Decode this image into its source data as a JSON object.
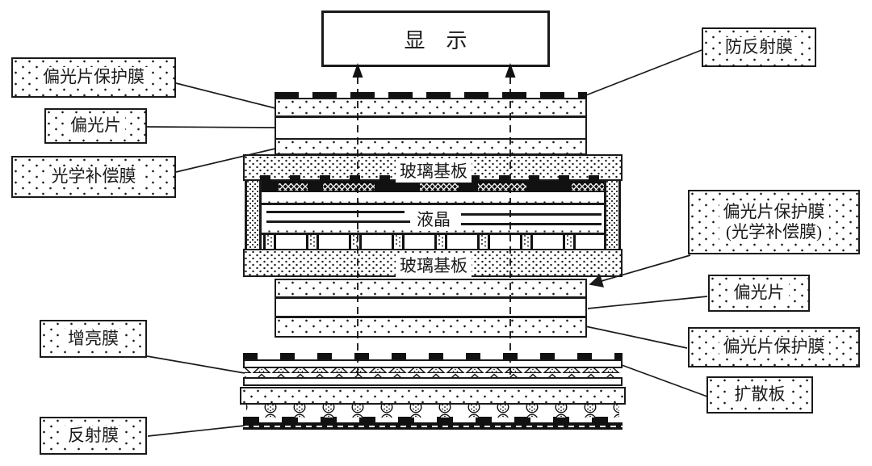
{
  "display": {
    "label": "显　示"
  },
  "labels": {
    "left": [
      {
        "id": "polarizer-protective-film-top",
        "text": "偏光片保护膜"
      },
      {
        "id": "polarizer-top",
        "text": "偏光片"
      },
      {
        "id": "optical-compensation-film",
        "text": "光学补偿膜"
      },
      {
        "id": "brightness-enhancement-film",
        "text": "增亮膜"
      },
      {
        "id": "reflective-film",
        "text": "反射膜"
      }
    ],
    "right": [
      {
        "id": "anti-reflection-film",
        "text": "防反射膜"
      },
      {
        "id": "polarizer-protective-film-compensation",
        "text": "偏光片保护膜",
        "text2": "(光学补偿膜)"
      },
      {
        "id": "polarizer-bottom",
        "text": "偏光片"
      },
      {
        "id": "polarizer-protective-film-bottom",
        "text": "偏光片保护膜"
      },
      {
        "id": "diffusion-plate",
        "text": "扩散板"
      }
    ]
  },
  "stack": {
    "glass_top": "玻璃基板",
    "liquid_crystal": "液晶",
    "glass_bottom": "玻璃基板"
  },
  "colors": {
    "ink": "#1a1a1a",
    "background": "#ffffff"
  }
}
